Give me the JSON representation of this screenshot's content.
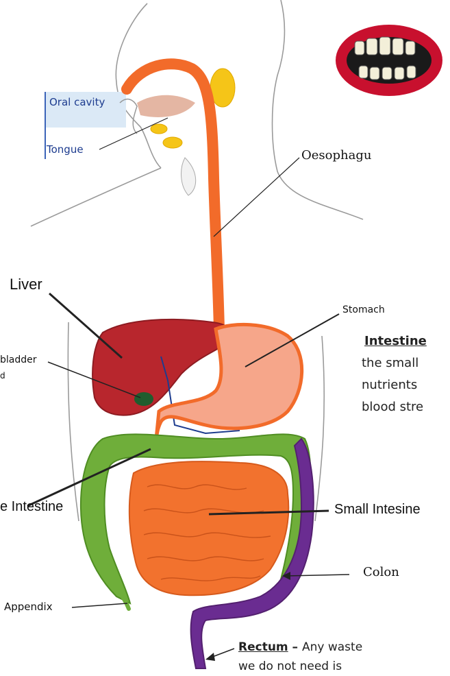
{
  "labels": {
    "oral_cavity": "Oral cavity",
    "tongue": "Tongue",
    "oesophagus": "Oesophagu",
    "liver": "Liver",
    "stomach": "Stomach",
    "gallbladder": "bladder",
    "gallbladder_extra": "d",
    "large_intestine": "e Intestine",
    "small_intestine": "Small Intesine",
    "colon": "Colon",
    "appendix": "Appendix"
  },
  "intestine_note": {
    "heading": "Intestine",
    "lines": [
      "the small",
      "nutrients",
      "blood stre"
    ]
  },
  "rectum_note": {
    "heading": "Rectum",
    "dash": " – ",
    "text_line1": "Any waste",
    "text_line2": "we do not need is"
  },
  "colors": {
    "oesophagus": "#f26b2a",
    "liver": "#b8262d",
    "large_intestine": "#6fae3a",
    "small_intestine": "#f2722e",
    "colon_rectum": "#6a2c91",
    "gallbladder": "#1f5d2e",
    "salivary": "#f5c518",
    "mouth_lips": "#c8102e"
  }
}
